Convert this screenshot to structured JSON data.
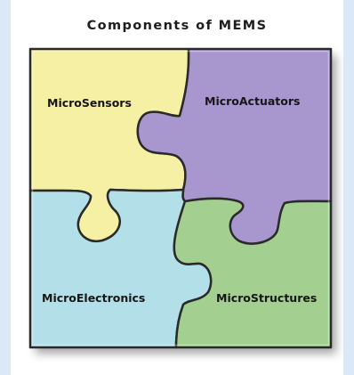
{
  "title": "Components of MEMS",
  "pieces": [
    {
      "label": "MicroSensors",
      "color": "#f5f0a4"
    },
    {
      "label": "MicroActuators",
      "color": "#a897cf"
    },
    {
      "label": "MicroElectronics",
      "color": "#b3dfe9"
    },
    {
      "label": "MicroStructures",
      "color": "#a3d090"
    }
  ],
  "colors": {
    "page_background": "#dbe8f5",
    "card_background": "#ffffff",
    "outline": "#2a2a2a"
  }
}
